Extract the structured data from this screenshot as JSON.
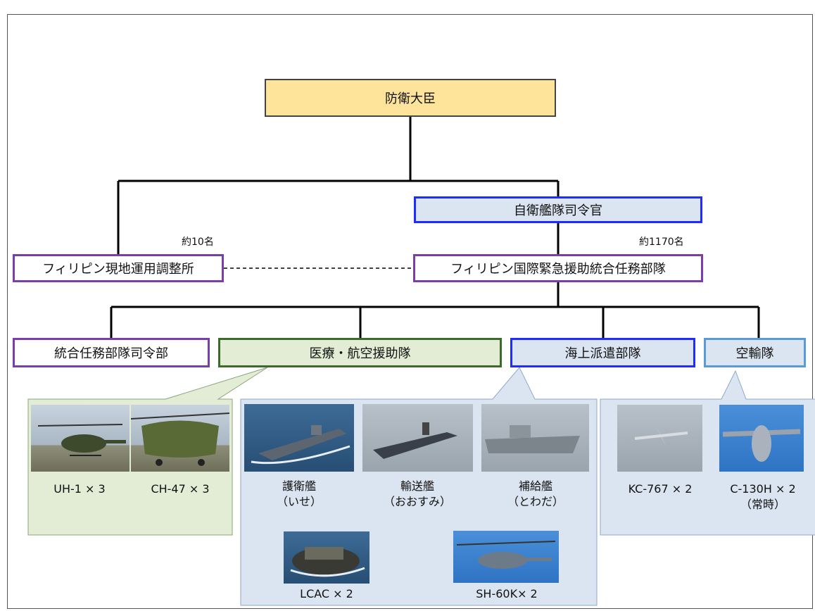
{
  "org": {
    "minister": "防衛大臣",
    "fleet_commander": "自衛艦隊司令官",
    "local_office": "フィリピン現地運用調整所",
    "local_office_count": "約10名",
    "jtf": "フィリピン国際緊急援助統合任務部隊",
    "jtf_count": "約1170名",
    "hq": "統合任務部隊司令部",
    "medical": "医療・航空援助隊",
    "maritime": "海上派遣部隊",
    "airlift": "空輸隊"
  },
  "medical_assets": [
    {
      "caption": "UH-1 × 3",
      "icon": "helicopter-icon"
    },
    {
      "caption": "CH-47 × 3",
      "icon": "tandem-rotor-helicopter-icon"
    }
  ],
  "maritime_assets": {
    "ships": [
      {
        "name": "護衛艦",
        "sub": "（いせ）",
        "icon": "destroyer-ship-icon"
      },
      {
        "name": "輸送艦",
        "sub": "（おおすみ）",
        "icon": "transport-ship-icon"
      },
      {
        "name": "補給艦",
        "sub": "（とわだ）",
        "icon": "supply-ship-icon"
      }
    ],
    "craft": [
      {
        "caption": "LCAC × 2",
        "icon": "hovercraft-icon"
      },
      {
        "caption": "SH-60K× 2",
        "icon": "helicopter-icon"
      }
    ]
  },
  "airlift_assets": [
    {
      "caption": "KC-767 × 2",
      "sub": "",
      "icon": "tanker-aircraft-icon"
    },
    {
      "caption": "C-130H × 2",
      "sub": "（常時）",
      "icon": "transport-aircraft-icon"
    }
  ],
  "colors": {
    "minister_fill": "#fde49a",
    "blue_border": "#1f2bff",
    "purple_border": "#7a3ea8",
    "green_border": "#3c6a2a",
    "lightblue_border": "#5b9bd5",
    "green_panel": "#e3edd6",
    "blue_panel": "#dbe5f1"
  }
}
